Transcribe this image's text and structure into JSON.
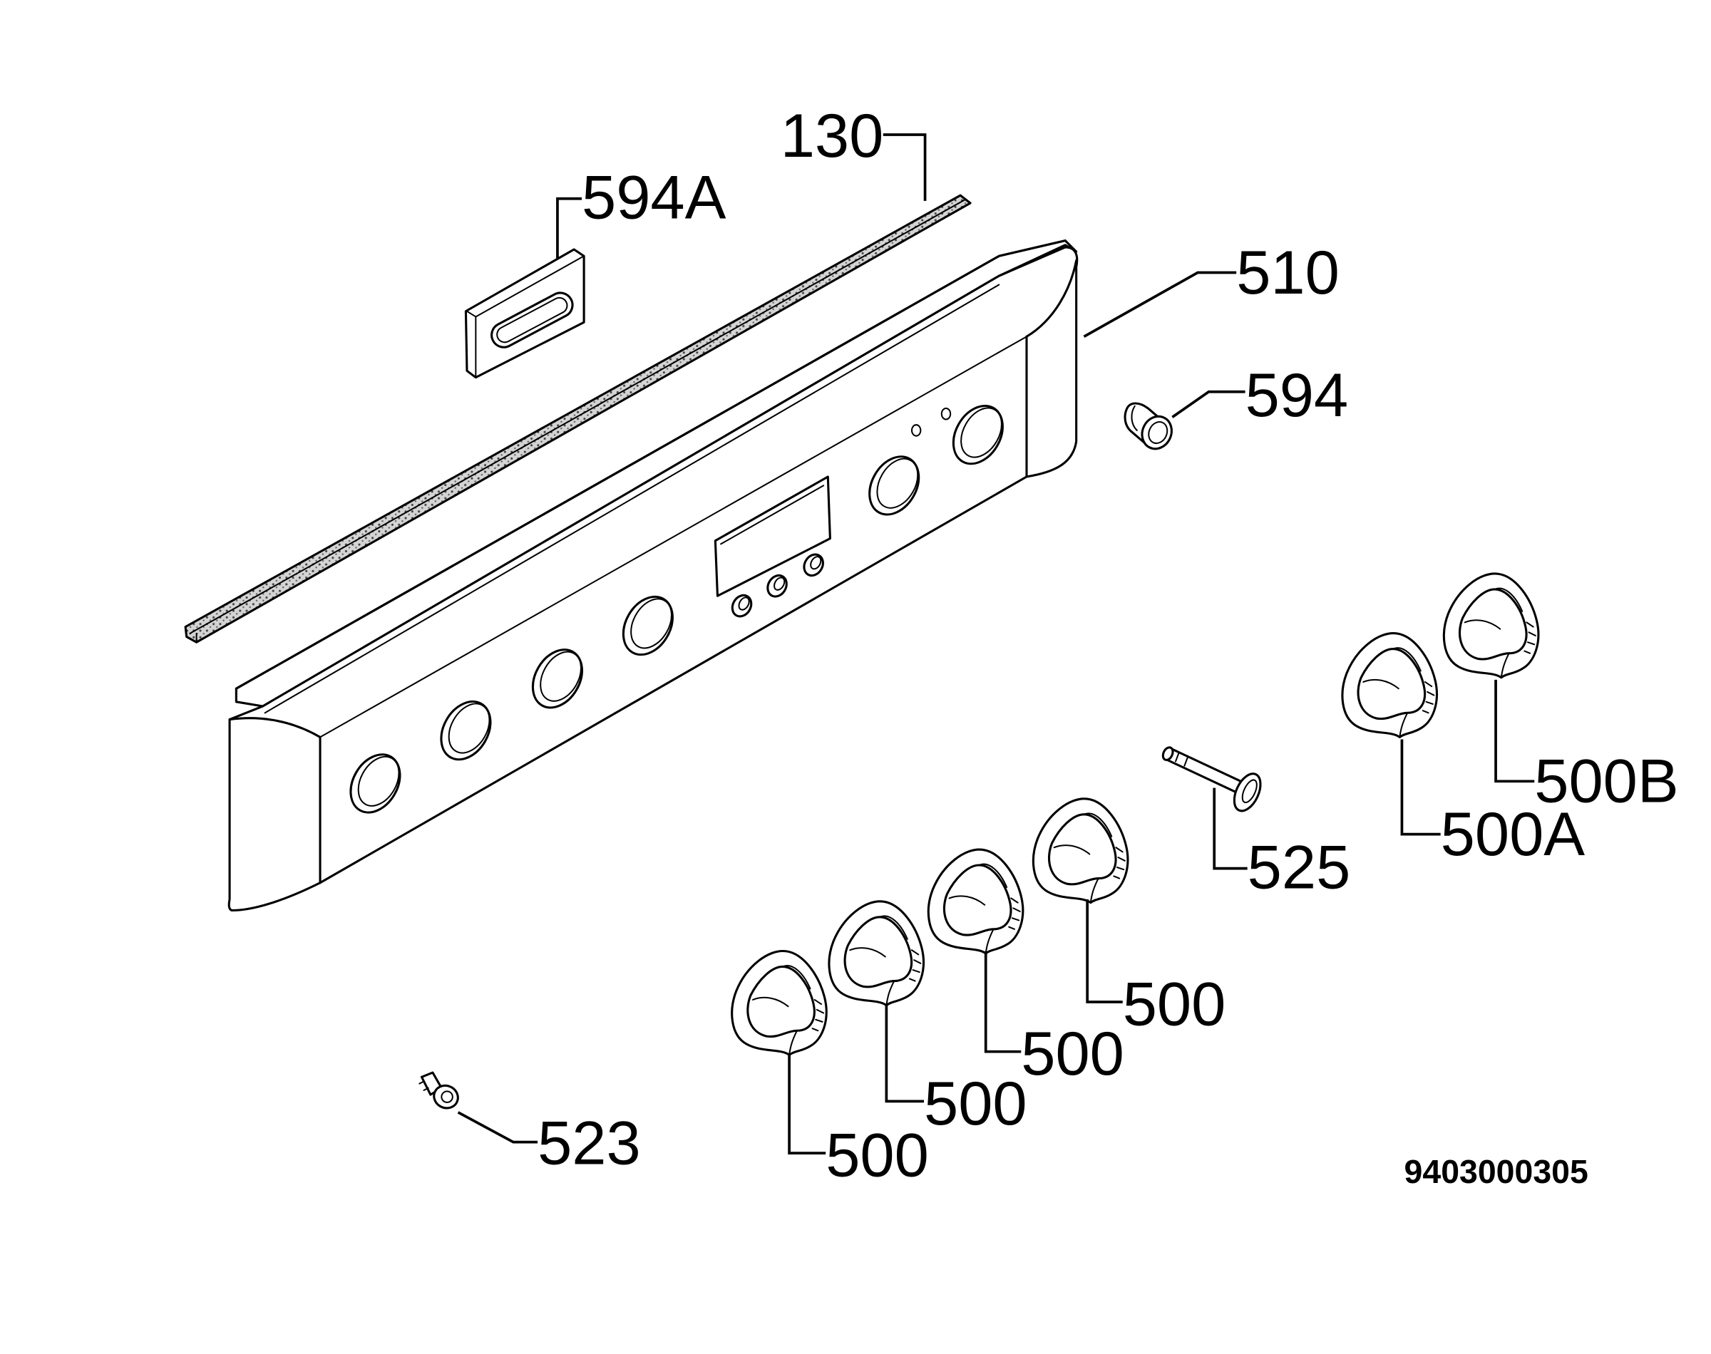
{
  "diagram": {
    "callouts": [
      "130",
      "594A",
      "510",
      "594",
      "500B",
      "500A",
      "525",
      "500",
      "500",
      "500",
      "500",
      "523"
    ],
    "drawing_number": "9403000305"
  },
  "colors": {
    "ink": "#000000",
    "paper": "#ffffff",
    "strip_fill": "#d4d4d4"
  }
}
